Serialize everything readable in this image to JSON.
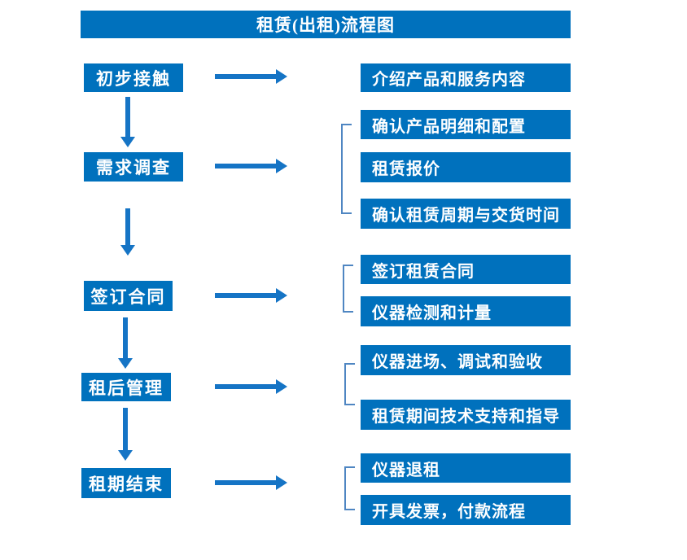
{
  "title": "租赁(出租)流程图",
  "colors": {
    "box_blue": "#0071bd",
    "arrow_blue": "#1574c5",
    "bracket_blue": "#4f86c2",
    "text_white": "#ffffff"
  },
  "steps": [
    {
      "label": "初步接触",
      "details": [
        "介绍产品和服务内容"
      ]
    },
    {
      "label": "需求调查",
      "details": [
        "确认产品明细和配置",
        "租赁报价",
        "确认租赁周期与交货时间"
      ]
    },
    {
      "label": "签订合同",
      "details": [
        "签订租赁合同",
        "仪器检测和计量"
      ]
    },
    {
      "label": "租后管理",
      "details": [
        "仪器进场、调试和验收",
        "租赁期间技术支持和指导"
      ]
    },
    {
      "label": "租期结束",
      "details": [
        "仪器退租",
        "开具发票，付款流程"
      ]
    }
  ]
}
